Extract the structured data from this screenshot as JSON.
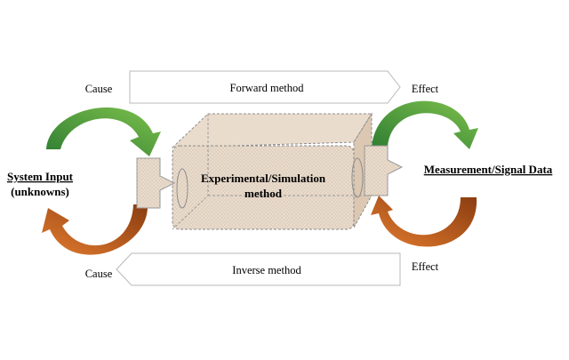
{
  "diagram": {
    "forward_label": "Forward method",
    "inverse_label": "Inverse method",
    "center_label_line1": "Experimental/Simulation",
    "center_label_line2": "method",
    "input_label_line1": "System Input",
    "input_label_line2": "(unknowns)",
    "output_label": "Measurement/Signal Data",
    "cause_top": "Cause",
    "cause_bottom": "Cause",
    "effect_top": "Effect",
    "effect_bottom": "Effect"
  },
  "colors": {
    "green_arrow": "#5aa43a",
    "orange_arrow": "#c8621f",
    "box_fill": "#e7d7c3",
    "box_stroke": "#8a8a8a",
    "connector_fill": "#ecdccc",
    "text": "#000000"
  }
}
